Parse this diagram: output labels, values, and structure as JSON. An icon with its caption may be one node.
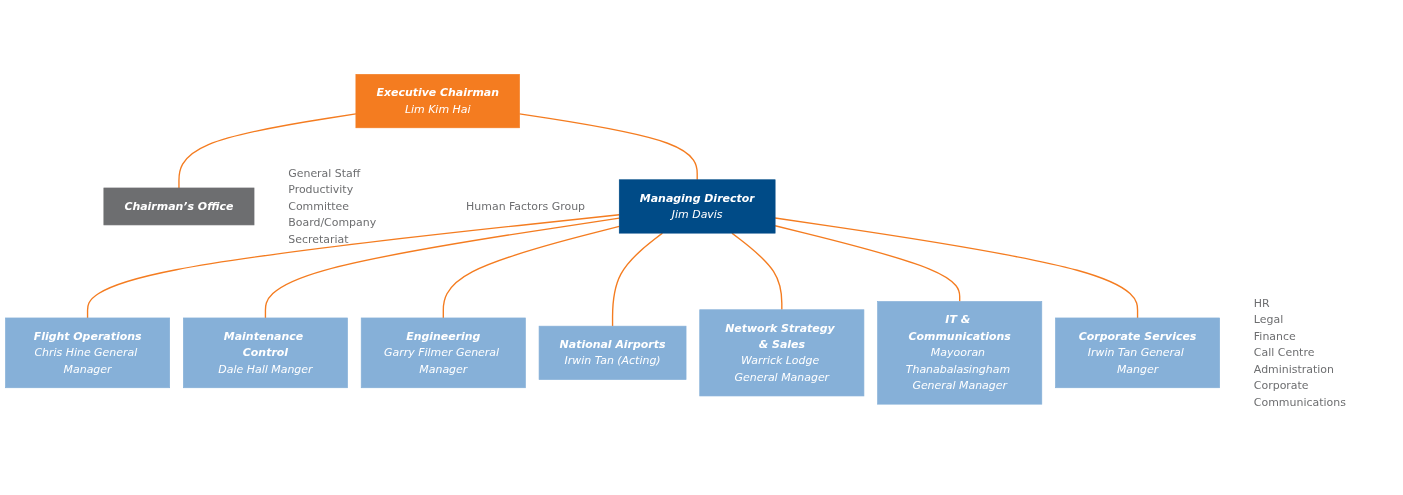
{
  "diagram": {
    "nodes": [
      {
        "text": [
          "Executive Chairman",
          "Lim Kim Hai"
        ]
      },
      {
        "text": [
          "Chairman’s Office"
        ],
        "beside": [
          "General Staff",
          "Productivity Committee",
          "Board/Company Secretariat"
        ]
      },
      {
        "text": [
          "Managing Director",
          "Jim Davis"
        ],
        "beside": [
          "Human Factors Group"
        ]
      },
      {
        "text": [
          "Flight Operations",
          "Chris Hine General Manager"
        ]
      },
      {
        "text": [
          "Maintenance Control",
          "Dale Hall Manger"
        ]
      },
      {
        "text": [
          "Engineering",
          "Garry Filmer General Manager"
        ]
      },
      {
        "text": [
          "National Airports",
          "Irwin Tan (Acting)"
        ]
      },
      {
        "text": [
          "Network Strategy & Sales",
          "Warrick Lodge General Manager"
        ]
      },
      {
        "text": [
          "IT & Communications",
          "Mayooran Thanabalasingham General Manager"
        ]
      },
      {
        "text": [
          "Corporate Services",
          "Irwin Tan General Manger"
        ],
        "beside": [
          "HR",
          "Legal",
          "Finance",
          "Call Centre",
          "Administration",
          "Corporate Communications"
        ]
      }
    ],
    "edges": [
      {
        "from": 0,
        "to": 1,
        "arrow": "none"
      },
      {
        "from": 0,
        "to": 2,
        "arrow": "none"
      },
      {
        "from": 2,
        "to": 3,
        "arrow": "none"
      },
      {
        "from": 2,
        "to": 4,
        "arrow": "none"
      },
      {
        "from": 2,
        "to": 5,
        "arrow": "none"
      },
      {
        "from": 2,
        "to": 6,
        "arrow": "none"
      },
      {
        "from": 2,
        "to": 7,
        "arrow": "none"
      },
      {
        "from": 2,
        "to": 8,
        "arrow": "none"
      },
      {
        "from": 2,
        "to": 9,
        "arrow": "none"
      }
    ]
  }
}
